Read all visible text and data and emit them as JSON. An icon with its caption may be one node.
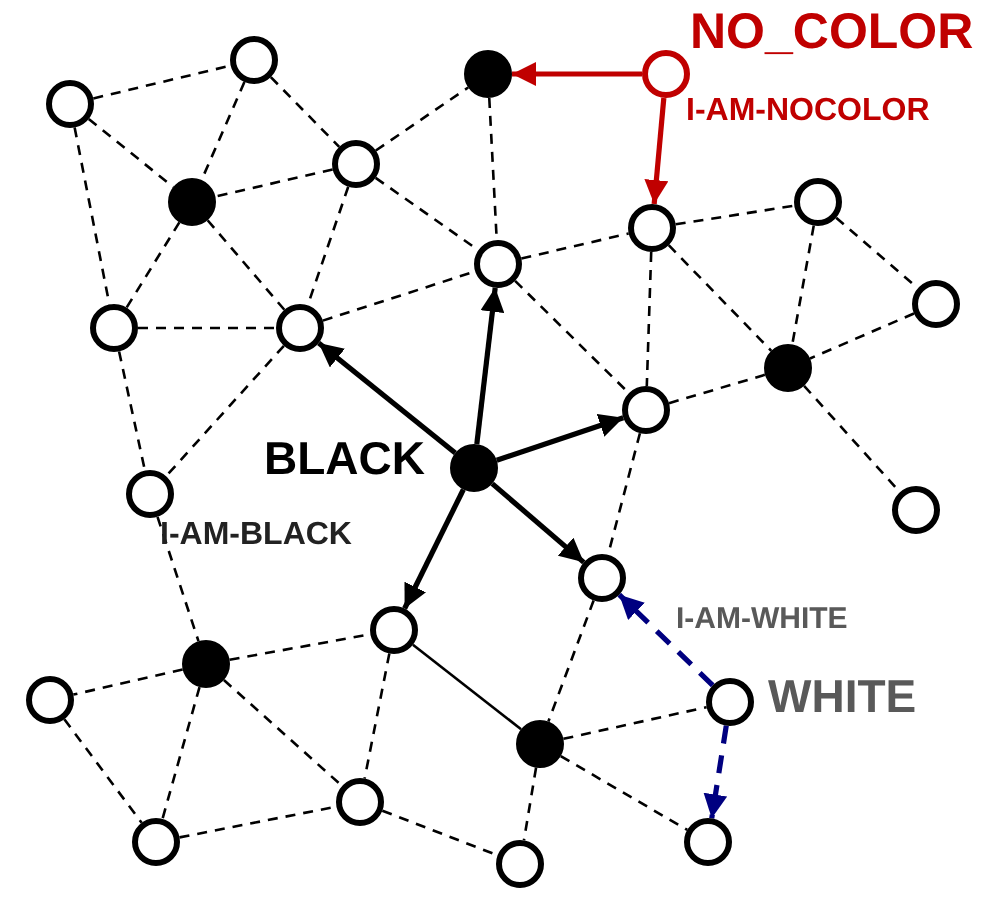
{
  "diagram": {
    "nodes": [
      {
        "text": [],
        "shape": "circle"
      },
      {
        "text": [],
        "shape": "dot"
      },
      {
        "text": [],
        "shape": "circle",
        "beside": [
          "NO_COLOR",
          "I-AM-NOCOLOR"
        ]
      },
      {
        "text": [],
        "shape": "circle"
      },
      {
        "text": [],
        "shape": "circle"
      },
      {
        "text": [],
        "shape": "dot"
      },
      {
        "text": [],
        "shape": "circle"
      },
      {
        "text": [],
        "shape": "circle"
      },
      {
        "text": [],
        "shape": "circle"
      },
      {
        "text": [],
        "shape": "circle"
      },
      {
        "text": [],
        "shape": "circle"
      },
      {
        "text": [],
        "shape": "circle"
      },
      {
        "text": [],
        "shape": "dot"
      },
      {
        "text": [],
        "shape": "circle"
      },
      {
        "text": [],
        "shape": "dot",
        "beside": [
          "BLACK"
        ]
      },
      {
        "text": [],
        "shape": "circle"
      },
      {
        "text": [],
        "shape": "circle"
      },
      {
        "text": [],
        "shape": "circle"
      },
      {
        "text": [],
        "shape": "circle"
      },
      {
        "text": [],
        "shape": "dot"
      },
      {
        "text": [],
        "shape": "circle"
      },
      {
        "text": [],
        "shape": "circle",
        "beside": [
          "I-AM-WHITE",
          "WHITE"
        ]
      },
      {
        "text": [],
        "shape": "dot"
      },
      {
        "text": [],
        "shape": "circle"
      },
      {
        "text": [],
        "shape": "circle"
      },
      {
        "text": [],
        "shape": "circle"
      },
      {
        "text": [],
        "shape": "circle"
      }
    ],
    "edges": [
      {
        "from": 3,
        "to": 0,
        "arrow": "none",
        "style": "dashed"
      },
      {
        "from": 3,
        "to": 5,
        "arrow": "none",
        "style": "dashed"
      },
      {
        "from": 3,
        "to": 10,
        "arrow": "none",
        "style": "dashed"
      },
      {
        "from": 0,
        "to": 5,
        "arrow": "none",
        "style": "dashed"
      },
      {
        "from": 0,
        "to": 4,
        "arrow": "none",
        "style": "dashed"
      },
      {
        "from": 4,
        "to": 5,
        "arrow": "none",
        "style": "dashed"
      },
      {
        "from": 4,
        "to": 1,
        "arrow": "none",
        "style": "dashed"
      },
      {
        "from": 4,
        "to": 8,
        "arrow": "none",
        "style": "dashed"
      },
      {
        "from": 4,
        "to": 11,
        "arrow": "none",
        "style": "dashed"
      },
      {
        "from": 5,
        "to": 11,
        "arrow": "none",
        "style": "dashed"
      },
      {
        "from": 5,
        "to": 10,
        "arrow": "none",
        "style": "dashed"
      },
      {
        "from": 10,
        "to": 11,
        "arrow": "none",
        "style": "dashed"
      },
      {
        "from": 1,
        "to": 8,
        "arrow": "none",
        "style": "dashed"
      },
      {
        "from": 11,
        "to": 8,
        "arrow": "none",
        "style": "dashed"
      },
      {
        "from": 11,
        "to": 15,
        "arrow": "none",
        "style": "dashed"
      },
      {
        "from": 10,
        "to": 15,
        "arrow": "none",
        "style": "dashed"
      },
      {
        "from": 8,
        "to": 7,
        "arrow": "none",
        "style": "dashed"
      },
      {
        "from": 7,
        "to": 6,
        "arrow": "none",
        "style": "dashed"
      },
      {
        "from": 6,
        "to": 9,
        "arrow": "none",
        "style": "dashed"
      },
      {
        "from": 6,
        "to": 12,
        "arrow": "none",
        "style": "dashed"
      },
      {
        "from": 7,
        "to": 12,
        "arrow": "none",
        "style": "dashed"
      },
      {
        "from": 9,
        "to": 12,
        "arrow": "none",
        "style": "dashed"
      },
      {
        "from": 7,
        "to": 13,
        "arrow": "none",
        "style": "dashed"
      },
      {
        "from": 13,
        "to": 12,
        "arrow": "none",
        "style": "dashed"
      },
      {
        "from": 8,
        "to": 13,
        "arrow": "none",
        "style": "dashed"
      },
      {
        "from": 12,
        "to": 16,
        "arrow": "none",
        "style": "dashed"
      },
      {
        "from": 13,
        "to": 17,
        "arrow": "none",
        "style": "dashed"
      },
      {
        "from": 15,
        "to": 19,
        "arrow": "none",
        "style": "dashed"
      },
      {
        "from": 19,
        "to": 18,
        "arrow": "none",
        "style": "dashed"
      },
      {
        "from": 19,
        "to": 20,
        "arrow": "none",
        "style": "dashed"
      },
      {
        "from": 19,
        "to": 24,
        "arrow": "none",
        "style": "dashed"
      },
      {
        "from": 19,
        "to": 23,
        "arrow": "none",
        "style": "dashed"
      },
      {
        "from": 20,
        "to": 24,
        "arrow": "none",
        "style": "dashed"
      },
      {
        "from": 24,
        "to": 23,
        "arrow": "none",
        "style": "dashed"
      },
      {
        "from": 18,
        "to": 23,
        "arrow": "none",
        "style": "dashed"
      },
      {
        "from": 23,
        "to": 26,
        "arrow": "none",
        "style": "dashed"
      },
      {
        "from": 17,
        "to": 22,
        "arrow": "none",
        "style": "dashed"
      },
      {
        "from": 22,
        "to": 21,
        "arrow": "none",
        "style": "dashed"
      },
      {
        "from": 22,
        "to": 25,
        "arrow": "none",
        "style": "dashed"
      },
      {
        "from": 22,
        "to": 26,
        "arrow": "none",
        "style": "dashed"
      },
      {
        "from": 18,
        "to": 22,
        "arrow": "none"
      },
      {
        "from": 14,
        "to": 11,
        "arrow": "to"
      },
      {
        "from": 14,
        "to": 8,
        "arrow": "to"
      },
      {
        "from": 14,
        "to": 13,
        "arrow": "to"
      },
      {
        "from": 14,
        "to": 17,
        "arrow": "to"
      },
      {
        "from": 14,
        "to": 18,
        "arrow": "to"
      },
      {
        "from": 2,
        "to": 1,
        "arrow": "to",
        "color": "#c00000"
      },
      {
        "from": 2,
        "to": 7,
        "arrow": "to",
        "color": "#c00000"
      },
      {
        "from": 21,
        "to": 17,
        "arrow": "to",
        "style": "dashed",
        "color": "#000080"
      },
      {
        "from": 21,
        "to": 25,
        "arrow": "to",
        "style": "dashed",
        "color": "#000080"
      }
    ],
    "labels": [
      "I-AM-BLACK"
    ]
  }
}
